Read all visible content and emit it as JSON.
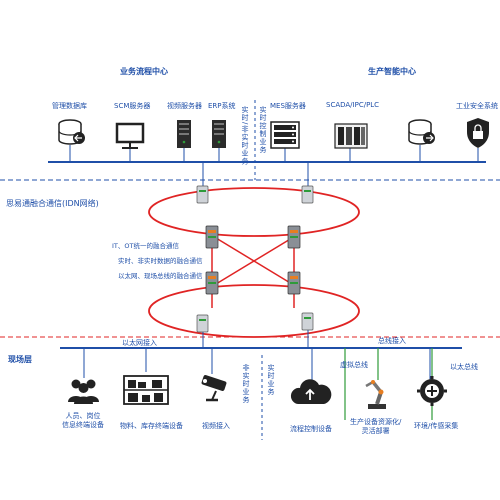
{
  "top_left_title": "业务流程中心",
  "top_right_title": "生产智能中心",
  "servers": {
    "db": "管理数据库",
    "scm": "SCM服务器",
    "video": "视频服务器",
    "erp": "ERP系统",
    "mes": "MES服务器",
    "scada": "SCADA/IPC/PLC",
    "security": "工业安全系统"
  },
  "vertical_top_a": "实时/非实时业务",
  "vertical_top_b": "实时控制业务",
  "idn_label": "思易通融合通信(IDN网络)",
  "ring_notes": [
    "IT、OT统一的融合通信",
    "实时、非实时数据的融合通信",
    "以太网、现场总线的融合通信"
  ],
  "field_layer": "现场层",
  "ethernet_access": "以太网接入",
  "bus_access": "总线接入",
  "virtual_bus": "虚拟总线",
  "ethernet_bus": "以太总线",
  "vertical_bottom_a": "非实时业务",
  "vertical_bottom_b": "实时业务",
  "devices": {
    "people": "人员、岗位\n信息终端设备",
    "material": "物料、库存终端设备",
    "camera": "视频接入",
    "cloud": "流程控制设备",
    "robot": "生产设备资源化/\n灵活部署",
    "sensor": "环境/传感采集"
  },
  "colors": {
    "blue": "#1f4fa8",
    "red": "#e02424",
    "green": "#2e9b3a"
  }
}
